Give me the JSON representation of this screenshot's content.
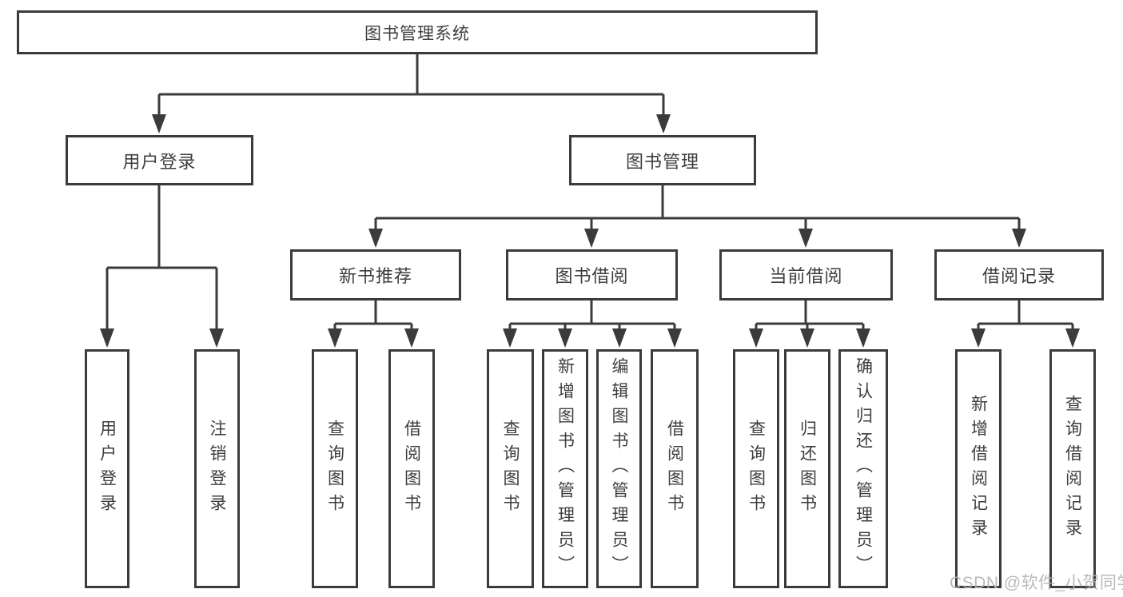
{
  "tree": {
    "label": "图书管理系统",
    "children": [
      {
        "label": "用户登录",
        "children": [
          {
            "label": "用户登录"
          },
          {
            "label": "注销登录"
          }
        ]
      },
      {
        "label": "图书管理",
        "children": [
          {
            "label": "新书推荐",
            "children": [
              {
                "label": "查询图书"
              },
              {
                "label": "借阅图书"
              }
            ]
          },
          {
            "label": "图书借阅",
            "children": [
              {
                "label": "查询图书"
              },
              {
                "label": "新增图书（管理员）"
              },
              {
                "label": "编辑图书（管理员）"
              },
              {
                "label": "借阅图书"
              }
            ]
          },
          {
            "label": "当前借阅",
            "children": [
              {
                "label": "查询图书"
              },
              {
                "label": "归还图书"
              },
              {
                "label": "确认归还（管理员）"
              }
            ]
          },
          {
            "label": "借阅记录",
            "children": [
              {
                "label": "新增借阅记录"
              },
              {
                "label": "查询借阅记录"
              }
            ]
          }
        ]
      }
    ]
  },
  "watermark": {
    "text": "CSDN @软件_小贺同学"
  },
  "colors": {
    "box_border": "#3b3b3b",
    "connector_line": "#3b3b3b",
    "text": "#3d3d3d",
    "watermark_text": "#b5b5b5",
    "background": "#ffffff"
  }
}
